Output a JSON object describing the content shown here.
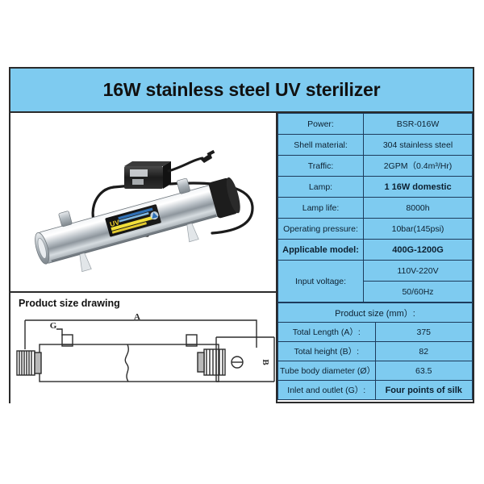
{
  "page": {
    "background": "#ffffff",
    "card_border_color": "#2b2b2b",
    "cell_fill": "#7ecbf0",
    "cell_border": "#1d3b5c"
  },
  "title": {
    "text": "16W stainless steel UV sterilizer"
  },
  "product_photo": {
    "alt": "stainless steel UV sterilizer tube with ballast and power cord",
    "label_text": "UV"
  },
  "drawing": {
    "caption": "Product size drawing",
    "dim_a": "A",
    "dim_b": "B",
    "dim_g": "G"
  },
  "spec_table": {
    "rows": [
      {
        "label": "Power:",
        "value": "BSR-016W",
        "bold_label": false,
        "bold_value": false
      },
      {
        "label": "Shell material:",
        "value": "304 stainless steel",
        "bold_label": false,
        "bold_value": false
      },
      {
        "label": "Traffic:",
        "value": "2GPM（0.4m³/Hr)",
        "bold_label": false,
        "bold_value": false
      },
      {
        "label": "Lamp:",
        "value": "1 16W domestic",
        "bold_label": false,
        "bold_value": true
      },
      {
        "label": "Lamp life:",
        "value": "8000h",
        "bold_label": false,
        "bold_value": false
      },
      {
        "label": "Operating pressure:",
        "value": "10bar(145psi)",
        "bold_label": false,
        "bold_value": false
      },
      {
        "label": "Applicable model:",
        "value": "400G-1200G",
        "bold_label": true,
        "bold_value": true
      }
    ],
    "input_voltage": {
      "label": "Input voltage:",
      "value_line1": "110V-220V",
      "value_line2": "50/60Hz"
    }
  },
  "size_table": {
    "header": "Product size (mm）:",
    "rows": [
      {
        "label": "Total Length (A）:",
        "value": "375",
        "bold_value": false
      },
      {
        "label": "Total height (B）:",
        "value": "82",
        "bold_value": false
      },
      {
        "label": "Tube body diameter (Ø）:",
        "value": "63.5",
        "bold_value": false
      },
      {
        "label": "Inlet and outlet (G）:",
        "value": "Four points of silk",
        "bold_value": true
      }
    ]
  }
}
